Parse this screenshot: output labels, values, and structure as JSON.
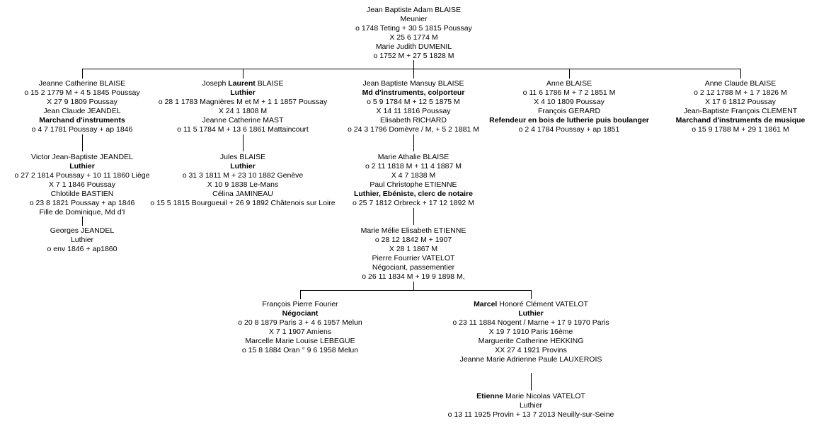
{
  "root": {
    "lines": [
      "Jean Baptiste Adam BLAISE",
      "Meunier",
      "o 1748 Teting + 30 5 1815 Poussay",
      "X 25 6 1774 M",
      "Marie Judith DUMENIL",
      "o 1752 M + 27 5 1828 M"
    ]
  },
  "children": [
    {
      "lines": [
        "Jeanne Catherine BLAISE",
        "o 15 2 1779 M + 4 5 1845 Poussay",
        "X 27 9 1809 Poussay",
        "Jean Claude JEANDEL",
        "Marchand d'instruments",
        "o 4 7 1781 Poussay + ap 1846"
      ]
    },
    {
      "name_pre": "Joseph ",
      "name_bold": "Laurent",
      "name_post": " BLAISE",
      "lines": [
        "Luthier",
        "o 28 1 1783 Magnières  M et M + 1 1 1857 Poussay",
        "X 24 1 1808 M",
        "Jeanne Catherine MAST",
        "o 11 5 1784 M + 13 6 1861 Mattaincourt"
      ]
    },
    {
      "lines": [
        "Jean Baptiste Mansuy BLAISE",
        "Md d'instruments, colporteur",
        "o 5 9 1784 M + 12 5 1875 M",
        "X 14 11 1816 Poussay",
        "Elisabeth RICHARD",
        "o 24 3 1796 Domèvre / M, + 5 2 1881 M"
      ]
    },
    {
      "lines": [
        "Anne BLAISE",
        "o 11 6 1786 M + 7 2 1851 M",
        "X 4 10 1809 Poussay",
        "François GERARD",
        "Refendeur en bois de lutherie puis boulanger",
        "o 2 4 1784 Poussay + ap 1851"
      ]
    },
    {
      "lines": [
        "Anne Claude BLAISE",
        "o 2 12 1788 M + 1 7 1826 M",
        "X 17 6 1812 Poussay",
        "Jean-Baptiste François CLEMENT",
        "Marchand d'instruments de musique",
        "o 15 9 1788 M + 29 1 1861 M"
      ]
    }
  ],
  "victor": {
    "lines": [
      "Victor Jean-Baptiste JEANDEL",
      "Luthier",
      "o 27 2 1814 Poussay + 10 11 1860 Liège",
      "X 7 1 1846 Poussay",
      "Chlotilde BASTIEN",
      "o 23 8 1821 Poussay + ap 1846",
      "Fille de Dominique, Md d'I"
    ]
  },
  "georges": {
    "lines": [
      "Georges JEANDEL",
      "Luthier",
      "o env 1846 + ap1860"
    ]
  },
  "jules": {
    "lines": [
      "Jules BLAISE",
      "Luthier",
      "o 31 3 1811 M + 23 10 1882 Genève",
      "X 10 9 1838 Le-Mans",
      "Célina JAMINEAU",
      "o 15 5 1815 Bourgueuil + 26 9 1892 Châtenois sur Loire"
    ]
  },
  "marie_athalie": {
    "lines": [
      "Marie Athalie BLAISE",
      "o 2 11 1818 M + 11 4 1887 M",
      "X 4 7 1838 M",
      "Paul Christophe ETIENNE",
      "Luthier, Ebéniste, clerc de notaire",
      "o 25 7 1812 Orbreck + 17 12 1892 M"
    ]
  },
  "marie_melie": {
    "lines": [
      "Marie Mélie Elisabeth ETIENNE",
      "o 28 12 1842 M + 1907",
      "X 28 1 1867 M",
      "Pierre Fourrier VATELOT",
      "Négociant, passementier",
      "o 26 11 1834 M + 19 9 1898 M,"
    ]
  },
  "francois": {
    "lines": [
      "François Pierre Fourier",
      "Négociant",
      "o 20 8 1879 Paris 3 + 4 6 1957 Melun",
      "X 7 1 1907 Amiens",
      "Marcelle Marie Louise LEBEGUE",
      "o 15 8 1884 Oran ° 9 6 1958 Melun"
    ]
  },
  "marcel": {
    "name_bold": "Marcel",
    "name_post": " Honoré Clément  VATELOT",
    "lines": [
      "Luthier",
      "o 23 11 1884 Nogent / Marne + 17 9 1970 Paris",
      "X 19 7 1910 Paris 16ème",
      "Marguerite Catherine HEKKING",
      "XX 27 4 1921 Provins",
      "Jeanne Marie Adrienne Paule  LAUXEROIS"
    ]
  },
  "etienne": {
    "name_bold": "Etienne",
    "name_post": " Marie Nicolas VATELOT",
    "lines": [
      "Luthier",
      "o 13 11 1925 Provin + 13 7 2013 Neuilly-sur-Seine"
    ]
  }
}
